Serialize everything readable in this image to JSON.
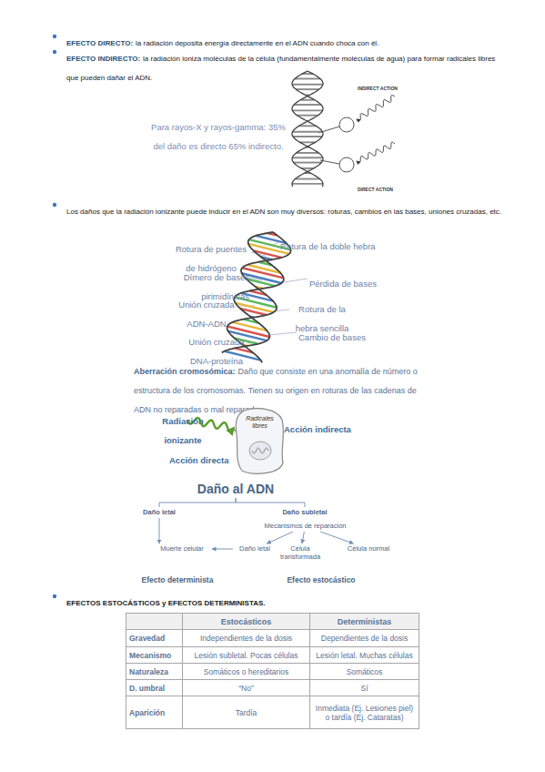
{
  "diagram": {
    "nodes": [
      {
        "text": [
          "Radicales libres"
        ]
      },
      {
        "text": [
          "Daño al ADN"
        ]
      },
      {
        "text": [
          "Daño letal"
        ]
      },
      {
        "text": [
          "Daño subletal"
        ]
      },
      {
        "text": [
          "Mecanismos de reparación"
        ]
      },
      {
        "text": [
          "Muerte celular"
        ]
      },
      {
        "text": [
          "Daño letal"
        ]
      },
      {
        "text": [
          "Célula transformada"
        ]
      },
      {
        "text": [
          "Célula normal"
        ]
      }
    ],
    "edges": [
      {
        "from": 1,
        "to": 2,
        "arrow": "none"
      },
      {
        "from": 1,
        "to": 3,
        "arrow": "none"
      },
      {
        "from": 2,
        "to": 5,
        "arrow": "to"
      },
      {
        "from": 4,
        "to": 6,
        "arrow": "to"
      },
      {
        "from": 4,
        "to": 7,
        "arrow": "to"
      },
      {
        "from": 4,
        "to": 8,
        "arrow": "to"
      },
      {
        "from": 6,
        "to": 5,
        "arrow": "to"
      }
    ],
    "labels": [
      "EFECTO DIRECTO:",
      "la radiación deposita energía directamente en el ADN cuando choca con él.",
      "EFECTO INDIRECTO:",
      "la radiación ioniza moléculas de la célula (fundamentalmente moléculas de agua) para formar radicales libres que pueden dañar el ADN.",
      "INDIRECT ACTION",
      "DIRECT ACTION",
      "Para rayos-X y rayos-gamma: 35% del daño es directo 65% indirecto.",
      "Los daños que la radiación ionizante puede inducir en el ADN son muy diversos: roturas, cambios en las bases, uniones cruzadas, etc.",
      "Rotura de puentes de hidrógeno",
      "Rotura de la doble hebra",
      "Dímero de bases pirimidínicas",
      "Pérdida de bases",
      "Unión cruzada ADN-ADN",
      "Rotura de la hebra sencilla",
      "Cambio de bases",
      "Unión cruzada DNA-proteína",
      "Aberración cromosómica:",
      "Daño que consiste en una anomalía de número o estructura de los cromosomas. Tienen su origen en roturas de las cadenas de ADN no reparadas o mal reparadas.",
      "Radiación ionizante",
      "Acción indirecta",
      "Acción directa",
      "Efecto determinista",
      "Efecto estocástico",
      "EFECTOS ESTOCÁSTICOS y EFECTOS DETERMINISTAS.",
      "Estocásticos",
      "Deterministas",
      "Gravedad",
      "Independientes de la dosis",
      "Dependientes de la dosis",
      "Mecanismo",
      "Lesión subletal. Pocas células",
      "Lesión letal. Muchas células",
      "Naturaleza",
      "Somáticos o hereditarios",
      "Somáticos",
      "D. umbral",
      "“No”",
      "Sí",
      "Aparición",
      "Tardía",
      "Inmediata (Ej. Lesiones piel) o tardía (Ej. Cataratas)"
    ]
  }
}
